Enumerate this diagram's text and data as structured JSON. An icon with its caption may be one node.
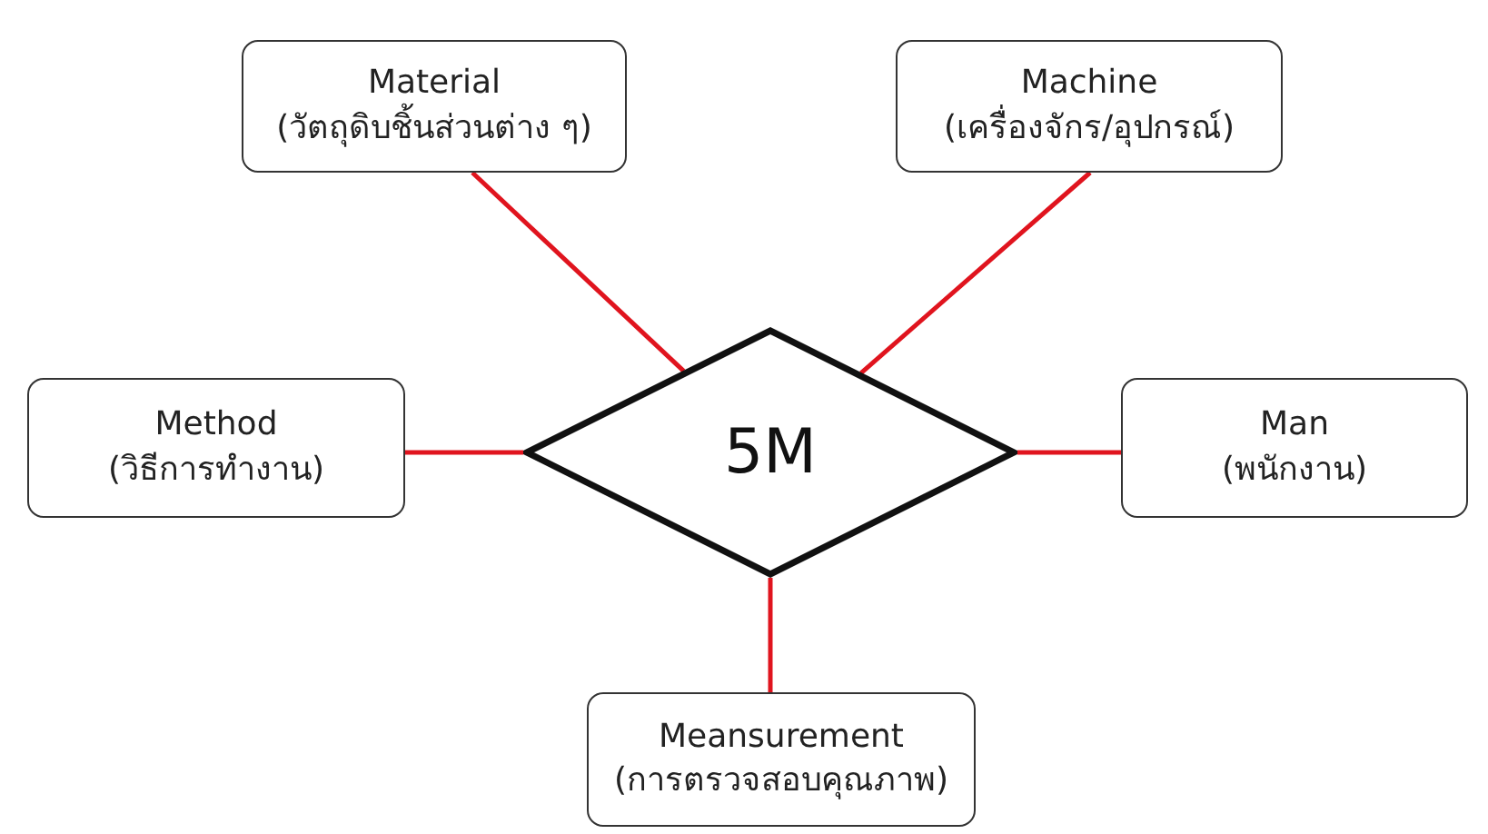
{
  "diagram": {
    "nodes": [
      {
        "text": [
          "Material",
          "(วัตถุดิบชิ้นส่วนต่าง ๆ)"
        ]
      },
      {
        "text": [
          "Machine",
          "(เครื่องจักร/อุปกรณ์)"
        ]
      },
      {
        "text": [
          "Method",
          "(วิธีการทำงาน)"
        ]
      },
      {
        "text": [
          "5M"
        ]
      },
      {
        "text": [
          "Man",
          "(พนักงาน)"
        ]
      },
      {
        "text": [
          "Meansurement",
          "(การตรวจสอบคุณภาพ)"
        ]
      }
    ],
    "edges": [
      {
        "from": 0,
        "to": 3,
        "arrow": "none"
      },
      {
        "from": 1,
        "to": 3,
        "arrow": "none"
      },
      {
        "from": 2,
        "to": 3,
        "arrow": "none"
      },
      {
        "from": 4,
        "to": 3,
        "arrow": "none"
      },
      {
        "from": 5,
        "to": 3,
        "arrow": "none"
      }
    ]
  }
}
